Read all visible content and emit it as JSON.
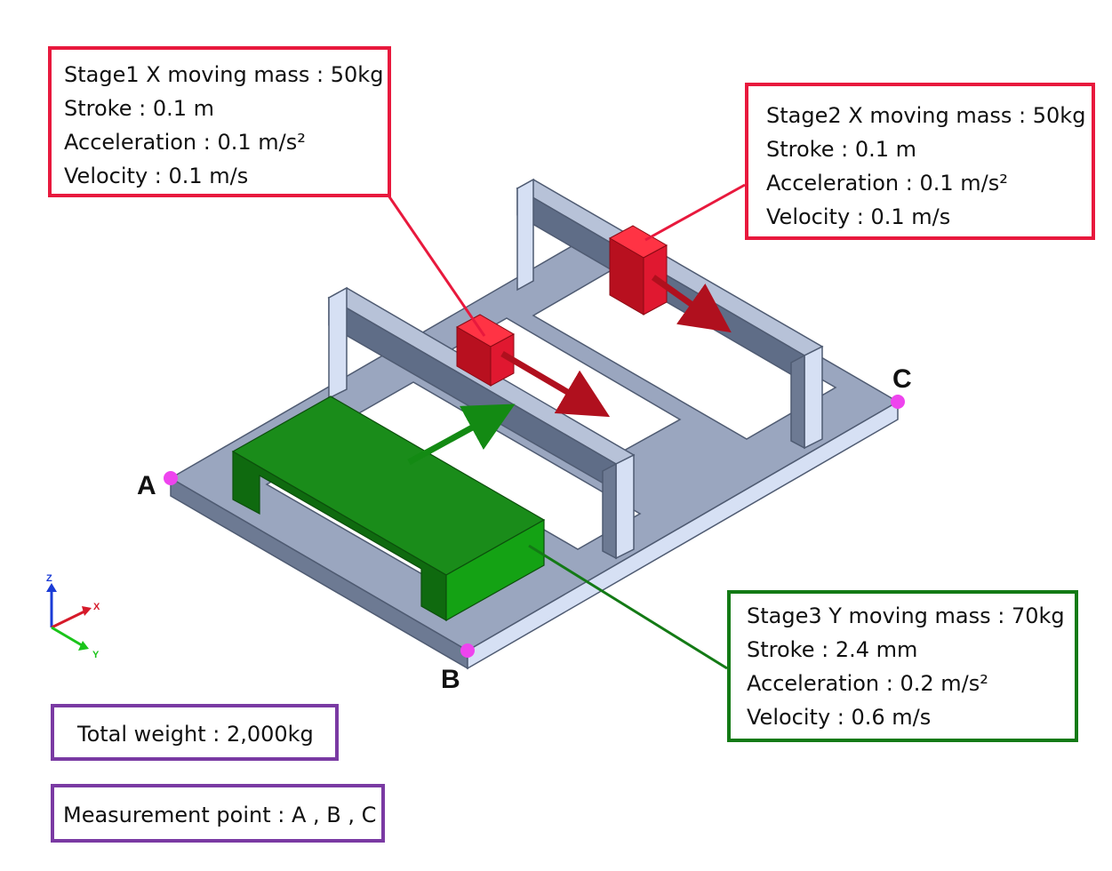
{
  "stage1": {
    "lines": [
      "Stage1 X moving mass : 50kg",
      "Stroke : 0.1 m",
      "Acceleration : 0.1 m/s²",
      "Velocity : 0.1 m/s"
    ],
    "color": "#e8193d"
  },
  "stage2": {
    "lines": [
      "Stage2 X moving mass : 50kg",
      "Stroke : 0.1 m",
      "Acceleration : 0.1 m/s²",
      "Velocity : 0.1 m/s"
    ],
    "color": "#e8193d"
  },
  "stage3": {
    "lines": [
      "Stage3 Y moving mass : 70kg",
      "Stroke : 2.4 mm",
      "Acceleration : 0.2 m/s²",
      "Velocity : 0.6 m/s"
    ],
    "color": "#137a15"
  },
  "total_weight": "Total weight : 2,000kg",
  "measurement_point": "Measurement point : A , B , C",
  "points": {
    "a": "A",
    "b": "B",
    "c": "C"
  },
  "axes": {
    "x": "X",
    "y": "Y",
    "z": "Z"
  },
  "colors": {
    "frame": "#9aa6bf",
    "frame_dark": "#5f6d87",
    "frame_light": "#d6e0f4",
    "stage_red": "#e01830",
    "stage_green": "#1a8c1a",
    "point_marker": "#ee44ee"
  }
}
